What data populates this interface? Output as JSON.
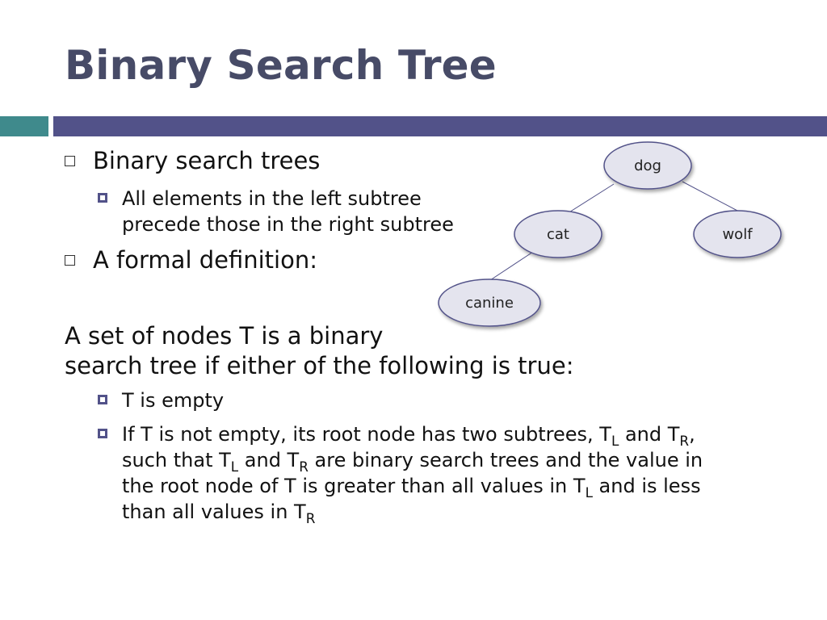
{
  "title": "Binary Search Tree",
  "bullets": {
    "b1": "Binary search trees",
    "b1_sub": {
      "line1": "All elements in the left subtree",
      "line2": "precede those in the right subtree"
    },
    "b2": "A formal definition:"
  },
  "definition": {
    "line1": "A set of nodes T is a binary",
    "line2": "search tree if either of the following is true:"
  },
  "conditions": {
    "c1": "T is empty",
    "c2": {
      "l1_a": "If T is not empty, its root node has two subtrees, T",
      "l1_sub_L": "L",
      "l1_b": " and T",
      "l1_sub_R": "R",
      "l1_c": ",",
      "l2_a": "such that T",
      "l2_sub_L": "L",
      "l2_b": " and T",
      "l2_sub_R": "R",
      "l2_c": " are binary search trees and the value in",
      "l3_a": "the root node of T is greater than all values in T",
      "l3_sub_L": "L",
      "l3_b": " and is less",
      "l4_a": "than all values in T",
      "l4_sub_R": "R"
    }
  },
  "tree": {
    "root": "dog",
    "left": "cat",
    "right": "wolf",
    "left_left": "canine",
    "node_fill": "#e4e4ee",
    "node_stroke": "#525289",
    "edge_color": "#525289"
  }
}
